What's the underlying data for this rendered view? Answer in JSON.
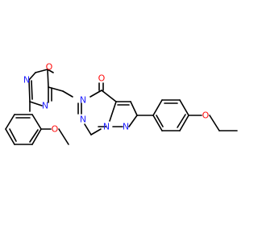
{
  "colors": {
    "bond": "#000000",
    "nitrogen": "#1f1fff",
    "oxygen": "#ff0d0d"
  },
  "atoms": {
    "carbonyl_oxygen": "O",
    "n_amide": "N",
    "n_triazine_top": "N",
    "n_triazine_bottom": "N",
    "n_pyrazole": "N",
    "oxadiazole_o": "O",
    "oxadiazole_n_left": "N",
    "oxadiazole_n_bottom": "N",
    "ether_o_phenyl": "O",
    "methoxy_o": "O"
  }
}
